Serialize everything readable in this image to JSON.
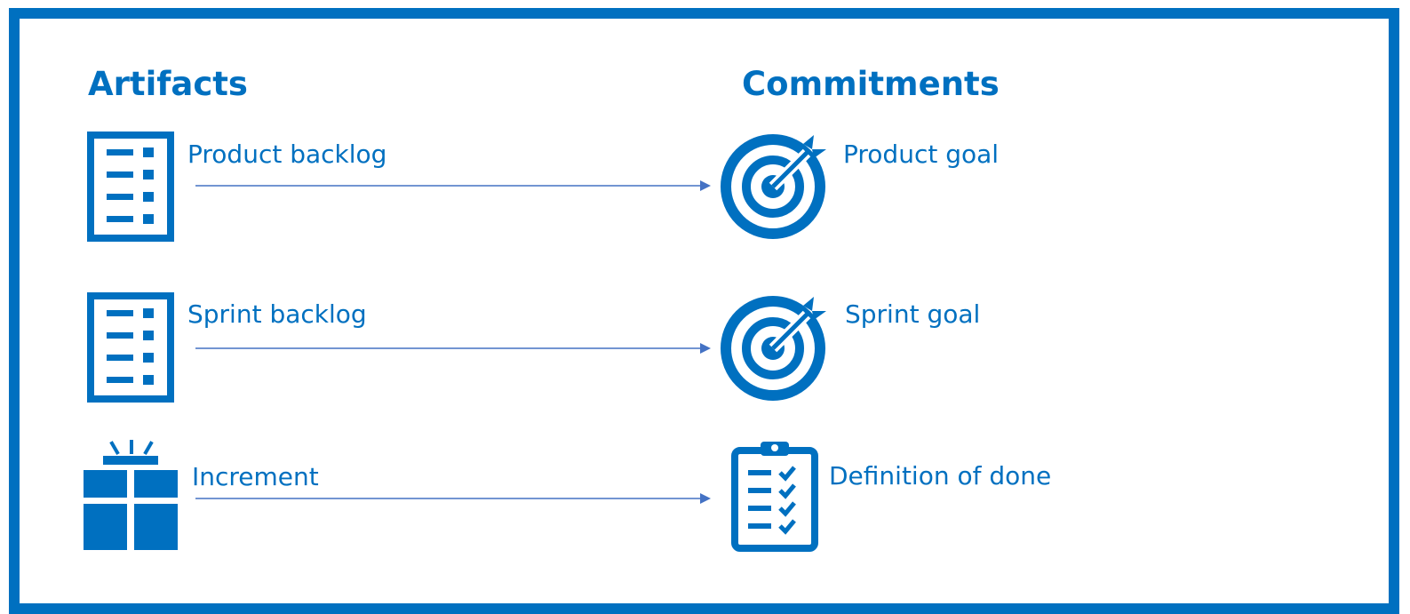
{
  "headings": {
    "artifacts": "Artifacts",
    "commitments": "Commitments"
  },
  "rows": [
    {
      "artifact": "Product backlog",
      "artifact_icon": "list-document-icon",
      "commitment": "Product goal",
      "commitment_icon": "target-arrow-icon"
    },
    {
      "artifact": "Sprint backlog",
      "artifact_icon": "list-document-icon",
      "commitment": "Sprint goal",
      "commitment_icon": "target-arrow-icon"
    },
    {
      "artifact": "Increment",
      "artifact_icon": "gift-box-icon",
      "commitment": "Definition of done",
      "commitment_icon": "clipboard-checklist-icon"
    }
  ],
  "colors": {
    "primary": "#0070C0",
    "arrow": "#4472C4",
    "background": "#FFFFFF"
  }
}
